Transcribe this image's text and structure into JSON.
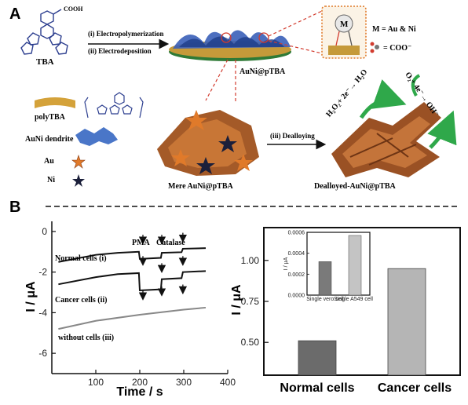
{
  "panel_a": {
    "letter": "A",
    "tba_label": "TBA",
    "cooh_label": "COOH",
    "step1": "(i) Electropolymerization",
    "step2": "(ii) Electrodeposition",
    "product1": "AuNi@pTBA",
    "metal_symbol": "M",
    "metal_def": "M  = Au & Ni",
    "coo_def": "= COO⁻",
    "legend_polytba": "polyTBA",
    "legend_dendrite": "AuNi dendrite",
    "legend_au": "Au",
    "legend_ni": "Ni",
    "step3": "(iii) Dealloying",
    "mere_label": "Mere AuNi@pTBA",
    "dealloyed_label": "Dealloyed-AuNi@pTBA",
    "reaction1": "H₂O₂+ 2e⁻→ H₂O",
    "reaction2": "O₂+ 4e⁻→ OH⁻"
  },
  "panel_b": {
    "letter": "B"
  },
  "chart_data": [
    {
      "type": "line",
      "xlabel": "Time / s",
      "ylabel": "I / μA",
      "xlim": [
        0,
        400
      ],
      "ylim": [
        -7,
        0.5
      ],
      "xticks": [
        100,
        200,
        300,
        400
      ],
      "yticks": [
        -6,
        -4,
        -2,
        0
      ],
      "annotations": [
        "PMA",
        "Catalase"
      ],
      "series": [
        {
          "name": "Normal cells (i)",
          "x": [
            15,
            100,
            150,
            198,
            200,
            248,
            250,
            295,
            298,
            350
          ],
          "y": [
            -1.5,
            -1.15,
            -1.05,
            -1.0,
            -1.35,
            -1.3,
            -1.05,
            -1.02,
            -0.85,
            -0.82
          ]
        },
        {
          "name": "Cancer cells (ii)",
          "x": [
            15,
            100,
            150,
            198,
            200,
            248,
            250,
            295,
            298,
            350
          ],
          "y": [
            -2.6,
            -2.25,
            -2.1,
            -2.05,
            -2.9,
            -2.85,
            -2.35,
            -2.3,
            -2.0,
            -1.95
          ]
        },
        {
          "name": "without cells (iii)",
          "x": [
            15,
            100,
            200,
            300,
            350
          ],
          "y": [
            -4.8,
            -4.4,
            -4.1,
            -3.85,
            -3.75
          ]
        }
      ]
    },
    {
      "type": "bar",
      "ylabel": "I / μA",
      "categories": [
        "Normal cells",
        "Cancer cells"
      ],
      "values": [
        0.51,
        0.95
      ],
      "ylim": [
        0.3,
        1.2
      ],
      "yticks": [
        0.5,
        0.75,
        1.0
      ],
      "ytick_labels": [
        "0.50",
        "0.75",
        "1.00"
      ],
      "colors": [
        "#6b6b6b",
        "#b5b5b5"
      ],
      "inset": {
        "type": "bar",
        "ylabel": "I / μA",
        "categories": [
          "Single vero cell",
          "Single A549 cell"
        ],
        "values": [
          0.00032,
          0.00057
        ],
        "ylim": [
          0,
          0.0006
        ],
        "yticks": [
          0,
          0.0002,
          0.0004,
          0.0006
        ],
        "ytick_labels": [
          "0.0000",
          "0.0002",
          "0.0004",
          "0.0006"
        ],
        "colors": [
          "#7a7a7a",
          "#c4c4c4"
        ]
      }
    }
  ]
}
